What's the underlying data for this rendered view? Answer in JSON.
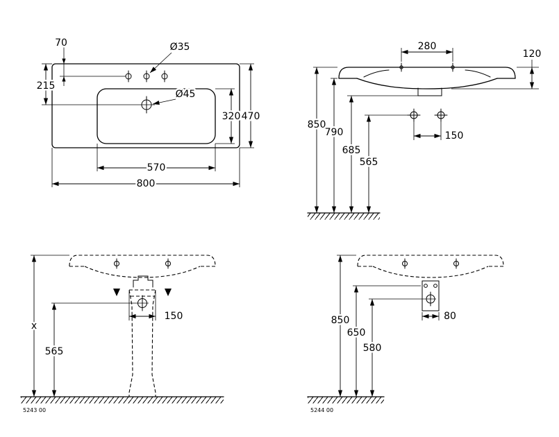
{
  "drawing": {
    "background": "#ffffff",
    "ink": "#000000",
    "views": {
      "top_view": {
        "dims": {
          "rear_to_tap": "70",
          "rear_to_drain": "215",
          "tap_hole_dia": "Ø35",
          "drain_dia": "Ø45",
          "total_depth": "470",
          "bowl_depth": "320",
          "bowl_width": "570",
          "total_width": "800"
        }
      },
      "front_view_wall_mounted": {
        "dims": {
          "tap_spacing": "280",
          "apron_height": "120",
          "rim_height": "850",
          "underside_height": "790",
          "bowl_bottom_height": "685",
          "fixing_height": "565",
          "fixing_spacing": "150"
        }
      },
      "front_view_with_pedestal": {
        "dims": {
          "rim_height": "x",
          "drain_height": "565",
          "pedestal_top_width": "150"
        },
        "part_number": "5243 00"
      },
      "side_view_drain": {
        "dims": {
          "rim_height": "850",
          "upper_fixing_height": "650",
          "drain_height": "580",
          "drain_width": "80"
        },
        "part_number": "5244 00"
      }
    }
  }
}
